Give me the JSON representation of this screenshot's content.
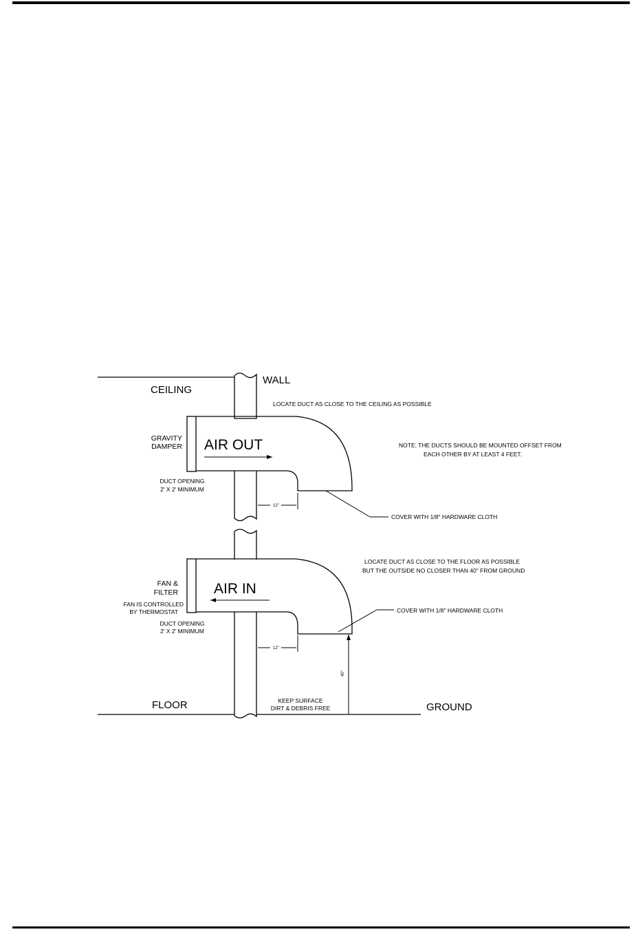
{
  "labels": {
    "ceiling": "CEILING",
    "wall": "WALL",
    "floor": "FLOOR",
    "ground": "GROUND",
    "air_out": "AIR OUT",
    "air_in": "AIR IN",
    "gravity_damper_1": "GRAVITY",
    "gravity_damper_2": "DAMPER",
    "fan_filter_1": "FAN &",
    "fan_filter_2": "FILTER",
    "thermostat_1": "FAN IS CONTROLLED",
    "thermostat_2": "BY THERMOSTAT",
    "duct_opening_top_1": "DUCT OPENING",
    "duct_opening_top_2": "2' X 2' MINIMUM",
    "duct_opening_bottom_1": "DUCT OPENING",
    "duct_opening_bottom_2": "2' X 2' MINIMUM",
    "locate_ceiling": "LOCATE DUCT AS CLOSE TO THE CEILING AS POSSIBLE",
    "note_1": "NOTE:  THE DUCTS SHOULD BE MOUNTED OFFSET FROM",
    "note_2": "EACH OTHER BY AT LEAST 4 FEET.",
    "cover_top": "COVER WITH 1/8\" HARDWARE CLOTH",
    "cover_bottom": "COVER WITH 1/8\" HARDWARE CLOTH",
    "locate_floor_1": "LOCATE DUCT AS CLOSE TO THE FLOOR AS POSSIBLE",
    "locate_floor_2": "BUT THE OUTSIDE NO CLOSER THAN 40\" FROM GROUND",
    "keep_surface_1": "KEEP SURFACE",
    "keep_surface_2": "DIRT & DEBRIS FREE",
    "dim_12_top": "12\"",
    "dim_12_bottom": "12\"",
    "dim_40": "40\""
  }
}
